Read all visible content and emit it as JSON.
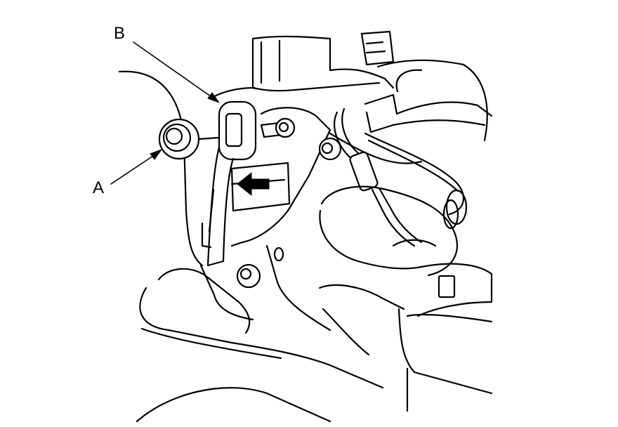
{
  "diagram": {
    "callouts": [
      {
        "letter": "B",
        "part": "bracket"
      },
      {
        "letter": "A",
        "part": "nut"
      }
    ],
    "colors": {
      "line": "#000000",
      "background": "#ffffff",
      "fill": "#ffffff",
      "arrow": "#000000"
    },
    "icons": [
      "direction-arrow-icon"
    ]
  }
}
